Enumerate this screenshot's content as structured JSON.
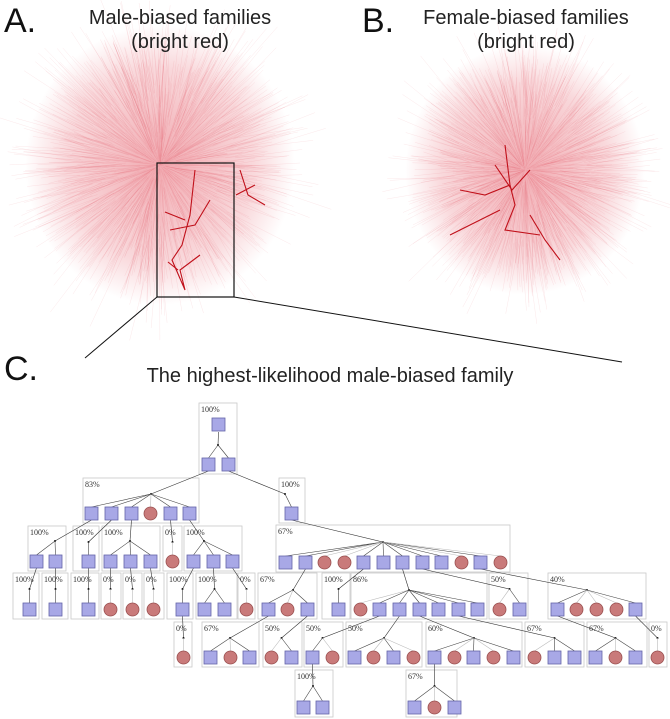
{
  "panels": {
    "a": {
      "letter": "A.",
      "title_line1": "Male-biased families",
      "title_line2": "(bright red)"
    },
    "b": {
      "letter": "B.",
      "title_line1": "Female-biased families",
      "title_line2": "(bright red)"
    },
    "c": {
      "letter": "C.",
      "title": "The highest-likelihood male-biased family"
    }
  },
  "colors": {
    "male": "#a8a8e6",
    "female": "#c97a7a",
    "network": "#e0404f",
    "highlight": "#c0101a"
  },
  "tree": {
    "founder": "s",
    "boxes": [
      {
        "label": "100%",
        "shapes": "ss"
      },
      {
        "label": "83%",
        "shapes": "ssscss"
      },
      {
        "label": "100%",
        "shapes": "s"
      },
      {
        "label": "100%",
        "shapes": "ss"
      },
      {
        "label": "100%",
        "shapes": "s"
      },
      {
        "label": "100%",
        "shapes": "sss"
      },
      {
        "label": "0%",
        "shapes": "c"
      },
      {
        "label": "100%",
        "shapes": "sss"
      },
      {
        "label": "67%",
        "shapes": "ssccssssscsc"
      },
      {
        "label": "100%",
        "shapes": "s"
      },
      {
        "label": "100%",
        "shapes": "s"
      },
      {
        "label": "100%",
        "shapes": "s"
      },
      {
        "label": "0%",
        "shapes": "c"
      },
      {
        "label": "0%",
        "shapes": "c"
      },
      {
        "label": "0%",
        "shapes": "c"
      },
      {
        "label": "100%",
        "shapes": "s"
      },
      {
        "label": "100%",
        "shapes": "ss"
      },
      {
        "label": "0%",
        "shapes": "c"
      },
      {
        "label": "67%",
        "shapes": "scs"
      },
      {
        "label": "100%",
        "shapes": "s"
      },
      {
        "label": "86%",
        "shapes": "cssssss"
      },
      {
        "label": "50%",
        "shapes": "cs"
      },
      {
        "label": "40%",
        "shapes": "scccs"
      },
      {
        "label": "0%",
        "shapes": "c"
      },
      {
        "label": "67%",
        "shapes": "scs"
      },
      {
        "label": "50%",
        "shapes": "cs"
      },
      {
        "label": "50%",
        "shapes": "sc"
      },
      {
        "label": "50%",
        "shapes": "scsc"
      },
      {
        "label": "60%",
        "shapes": "scscs"
      },
      {
        "label": "67%",
        "shapes": "css"
      },
      {
        "label": "67%",
        "shapes": "scs"
      },
      {
        "label": "0%",
        "shapes": "c"
      },
      {
        "label": "100%",
        "shapes": "ss"
      },
      {
        "label": "67%",
        "shapes": "scs"
      }
    ]
  }
}
